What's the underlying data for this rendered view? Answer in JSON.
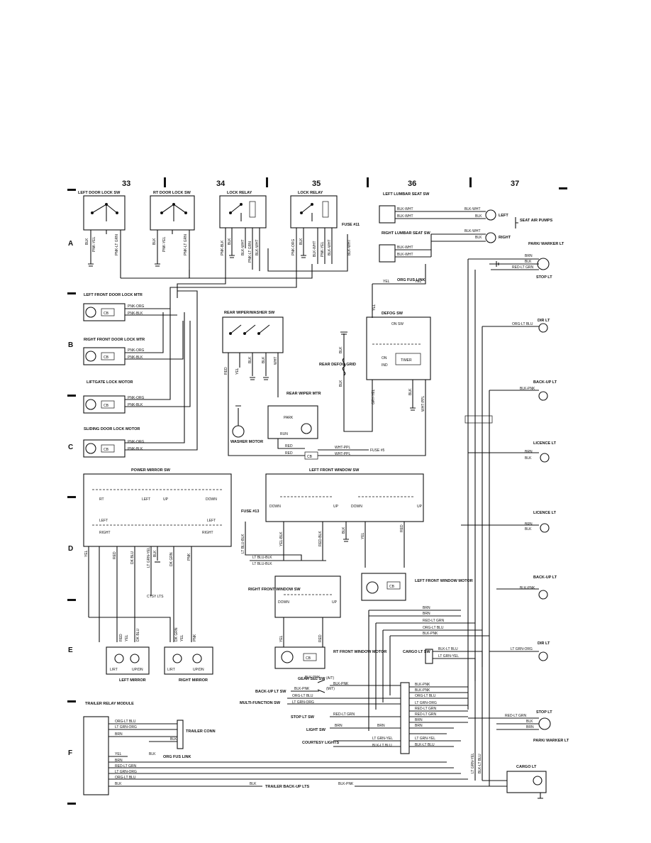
{
  "columns": [
    "33",
    "34",
    "35",
    "36",
    "37"
  ],
  "rows": [
    "A",
    "B",
    "C",
    "D",
    "E",
    "F"
  ],
  "components": {
    "left_door_lock_sw": "LEFT DOOR LOCK SW",
    "rt_door_lock_sw": "RT DOOR LOCK SW",
    "lock_relay_1": "LOCK RELAY",
    "lock_relay_2": "LOCK RELAY",
    "fuse_11": "FUSE #11",
    "left_lumbar": "LEFT LUMBAR SEAT SW",
    "right_lumbar": "RIGHT LUMBAR SEAT SW",
    "seat_air_pumps": "SEAT AIR PUMPS",
    "left_front_door_lock_mtr": "LEFT FRONT DOOR LOCK MTR",
    "right_front_door_lock_mtr": "RIGHT FRONT DOOR LOCK MTR",
    "liftgate_lock_motor": "LIFTGATE LOCK MOTOR",
    "sliding_door_lock_motor": "SLIDING DOOR LOCK MOTOR",
    "rear_wiper_washer_sw": "REAR WIPER/WASHER SW",
    "washer_motor": "WASHER MOTOR",
    "rear_wiper_mtr": "REAR WIPER MTR",
    "park": "PARK",
    "run": "RUN",
    "orn_fus_link": "ORG FUS LINK",
    "defog_sw": "DEFOG SW",
    "on_sw": "ON SW",
    "on": "ON",
    "ind": "IND",
    "timer": "TIMER",
    "rear_defog_grid": "REAR DEFOG GRID",
    "fuse_5": "FUSE #5",
    "park_marker_lt": "PARK/ MARKER LT",
    "stop_lt": "STOP LT",
    "dir_lt": "DIR LT",
    "back_up_lt": "BACK-UP LT",
    "licence_lt": "LICENCE LT",
    "power_mirror_sw": "POWER MIRROR SW",
    "left_front_window_sw": "LEFT FRONT WINDOW SW",
    "fuse_13": "FUSE #13",
    "ctsy_lts": "CTSY LTS",
    "right_front_window_sw": "RIGHT FRONT WINDOW SW",
    "left_front_window_motor": "LEFT FRONT WINDOW MOTOR",
    "rt_front_window_motor": "RT FRONT WINDOW MOTOR",
    "left_mirror": "LEFT MIRROR",
    "right_mirror": "RIGHT MIRROR",
    "cargo_lt_sw": "CARGO LT SW",
    "cargo_lt": "CARGO LT",
    "gear_sel_sw": "GEAR SEL SW",
    "back_up_lt_sw": "BACK-UP LT SW",
    "multi_function_sw": "MULTI-FUNCTION SW",
    "stop_lt_sw": "STOP LT SW",
    "light_sw": "LIGHT SW",
    "courtesy_lights": "COURTESY LIGHTS",
    "trailer_relay_module": "TRAILER RELAY MODULE",
    "trailer_conn": "TRAILER CONN",
    "trailer_back_up_lts": "TRAILER BACK-UP LTS",
    "cb": "CB",
    "left": "LEFT",
    "right": "RIGHT",
    "rt": "RT",
    "up": "UP",
    "down": "DOWN",
    "l_rt": "L/RT",
    "up_dn": "UP/DN",
    "at": "(A/T)",
    "mt": "(M/T)"
  },
  "wires": {
    "blk": "BLK",
    "pnk_yel": "PNK-YEL",
    "pnk_lt_grn": "PNK-LT GRN",
    "pnk_blk": "PNK-BLK",
    "pnk_org": "PNK-ORG",
    "blk_wht": "BLK-WHT",
    "yel": "YEL",
    "red": "RED",
    "wht": "WHT",
    "wht_ppl": "WHT-PPL",
    "grv_yel": "GRY-YEL",
    "brn": "BRN",
    "red_lt_grn": "RED-LT GRN",
    "org_lt_blu": "ORG-LT BLU",
    "blk_pnk": "BLK-PNK",
    "dk_blu": "DK BLU",
    "dk_grn": "DK GRN",
    "lt_grn_yel": "LT GRN-YEL",
    "pnk": "PNK",
    "lt_blu_blk": "LT BLU-BLK",
    "yel_blk": "YEL-BLK",
    "red_blk": "RED-BLK",
    "lt_grn_org": "LT GRN-ORG",
    "blk_lt_blu": "BLK-LT BLU"
  }
}
